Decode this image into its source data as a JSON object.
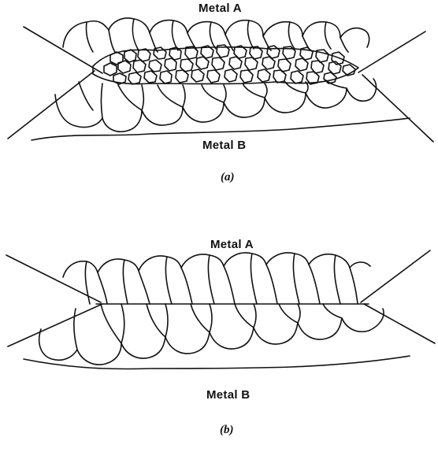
{
  "panels": [
    {
      "top_label": "Metal A",
      "bottom_label": "Metal B",
      "caption": "(a)"
    },
    {
      "top_label": "Metal A",
      "bottom_label": "Metal B",
      "caption": "(b)"
    }
  ]
}
